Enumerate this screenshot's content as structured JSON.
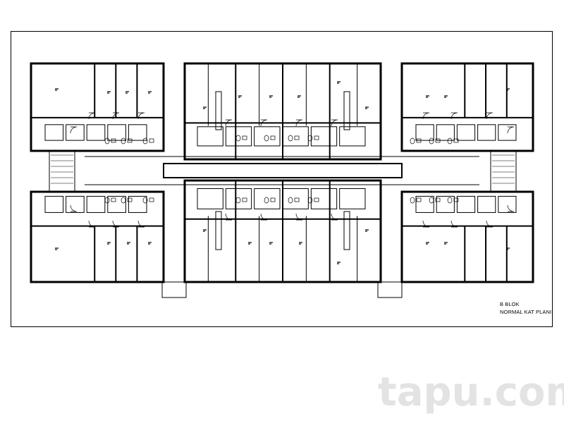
{
  "drawing": {
    "block_label": "B BLOK",
    "plan_label": "NORMAL KAT PLANI"
  },
  "watermark": {
    "text": "tapu.com",
    "color": "#e3e3e3"
  },
  "colors": {
    "line": "#000000",
    "background": "#ffffff"
  }
}
